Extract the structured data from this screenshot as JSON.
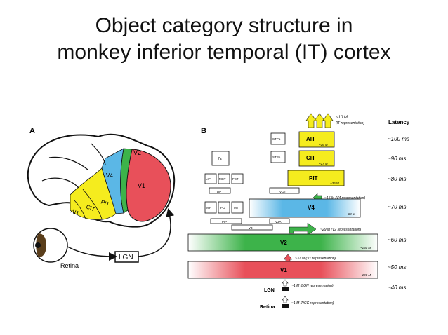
{
  "slide": {
    "title_line1": "Object category structure in",
    "title_line2": "monkey inferior temporal (IT) cortex"
  },
  "panel_a": {
    "label": "A",
    "regions": {
      "v1": "V1",
      "v2": "V2",
      "v4": "V4",
      "pit": "PIT",
      "cit": "CIT",
      "ait": "AIT"
    },
    "retina_label": "Retina",
    "lgn_label": "LGN"
  },
  "panel_b": {
    "label": "B",
    "latency_header": "Latency",
    "latencies": [
      "~100 ms",
      "~90 ms",
      "~80 ms",
      "~70 ms",
      "~60 ms",
      "~50 ms",
      "~40 ms"
    ],
    "areas": {
      "ait": "AIT",
      "cit": "CIT",
      "pit": "PIT",
      "v4": "V4",
      "v2": "V2",
      "v1": "V1",
      "lgn": "LGN",
      "retina": "Retina",
      "stpa": "STPa",
      "stpp": "STPp",
      "a7a": "7a",
      "lip": "LIP",
      "mst": "MST",
      "fst": "FST",
      "dp": "DP",
      "mip": "MIP",
      "po": "PO",
      "mt": "MT",
      "pip": "PIP",
      "v3a": "V3A",
      "v3": "V3",
      "vot": "VOT"
    },
    "neuron_counts": {
      "ait": "~16 M",
      "cit": "~17 M",
      "pit": "~36 M",
      "v4": "~68 M",
      "v2": "~150 M",
      "v1": "~190 M"
    },
    "annotations": {
      "it_count": "~10 M",
      "it_rep": "(IT representation)",
      "v4_rep": "~15 M  (V4 representation)",
      "v2_rep": "~29 M  (V2 representation)",
      "v1_rep": "~37 M  (V1 representation)",
      "lgn_rep": "~1 M  (LGN representation)",
      "rgc_rep": "~1 M  (RCG representation)"
    }
  },
  "colors": {
    "v1": "#e8505a",
    "v2": "#3db34a",
    "v4": "#5bb7e6",
    "it": "#f5ec1e",
    "arrow_it": "#f5ec1e",
    "arrow_v4": "#3db34a",
    "arrow_v2": "#3db34a",
    "arrow_v1": "#e8505a"
  }
}
